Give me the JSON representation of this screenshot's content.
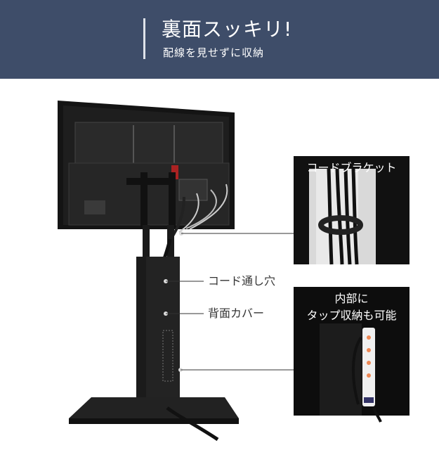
{
  "header": {
    "title": "裏面スッキリ!",
    "subtitle": "配線を見せずに収納"
  },
  "callouts": {
    "cord_hole": "コード通し穴",
    "back_cover": "背面カバー"
  },
  "insets": {
    "bracket_title": "コードブラケット",
    "storage_title_line1": "内部に",
    "storage_title_line2": "タップ収納も可能"
  },
  "colors": {
    "banner": "#3e4d69",
    "product": "#1b1b1b",
    "inset_bg": "#111111"
  }
}
